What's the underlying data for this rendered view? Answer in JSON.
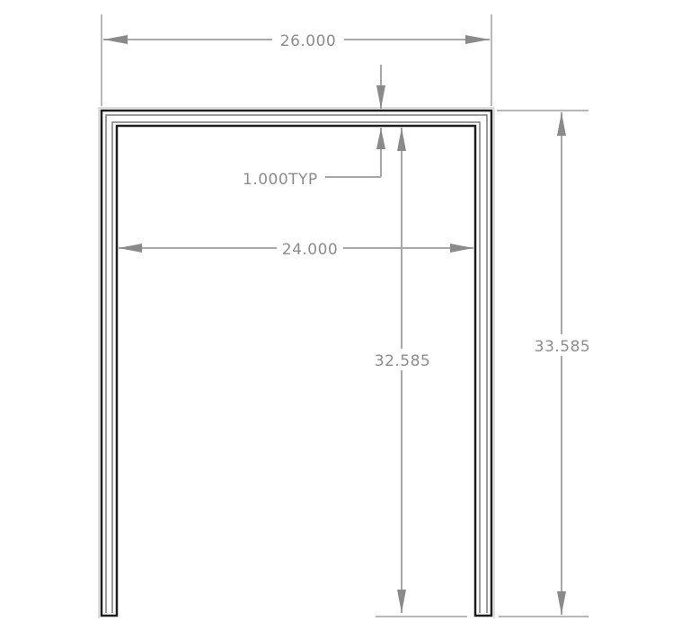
{
  "drawing": {
    "type": "technical-drawing",
    "subject": "U-shaped frame (inverted) with dimensions",
    "dimensions": {
      "overall_width": "26.000",
      "inner_width": "24.000",
      "wall_thickness": "1.000TYP",
      "inner_height": "32.585",
      "overall_height": "33.585"
    },
    "colors": {
      "line": "#1e1e1e",
      "dimension": "#a8a8a8",
      "text": "#8c8c8c",
      "background": "#ffffff"
    }
  }
}
